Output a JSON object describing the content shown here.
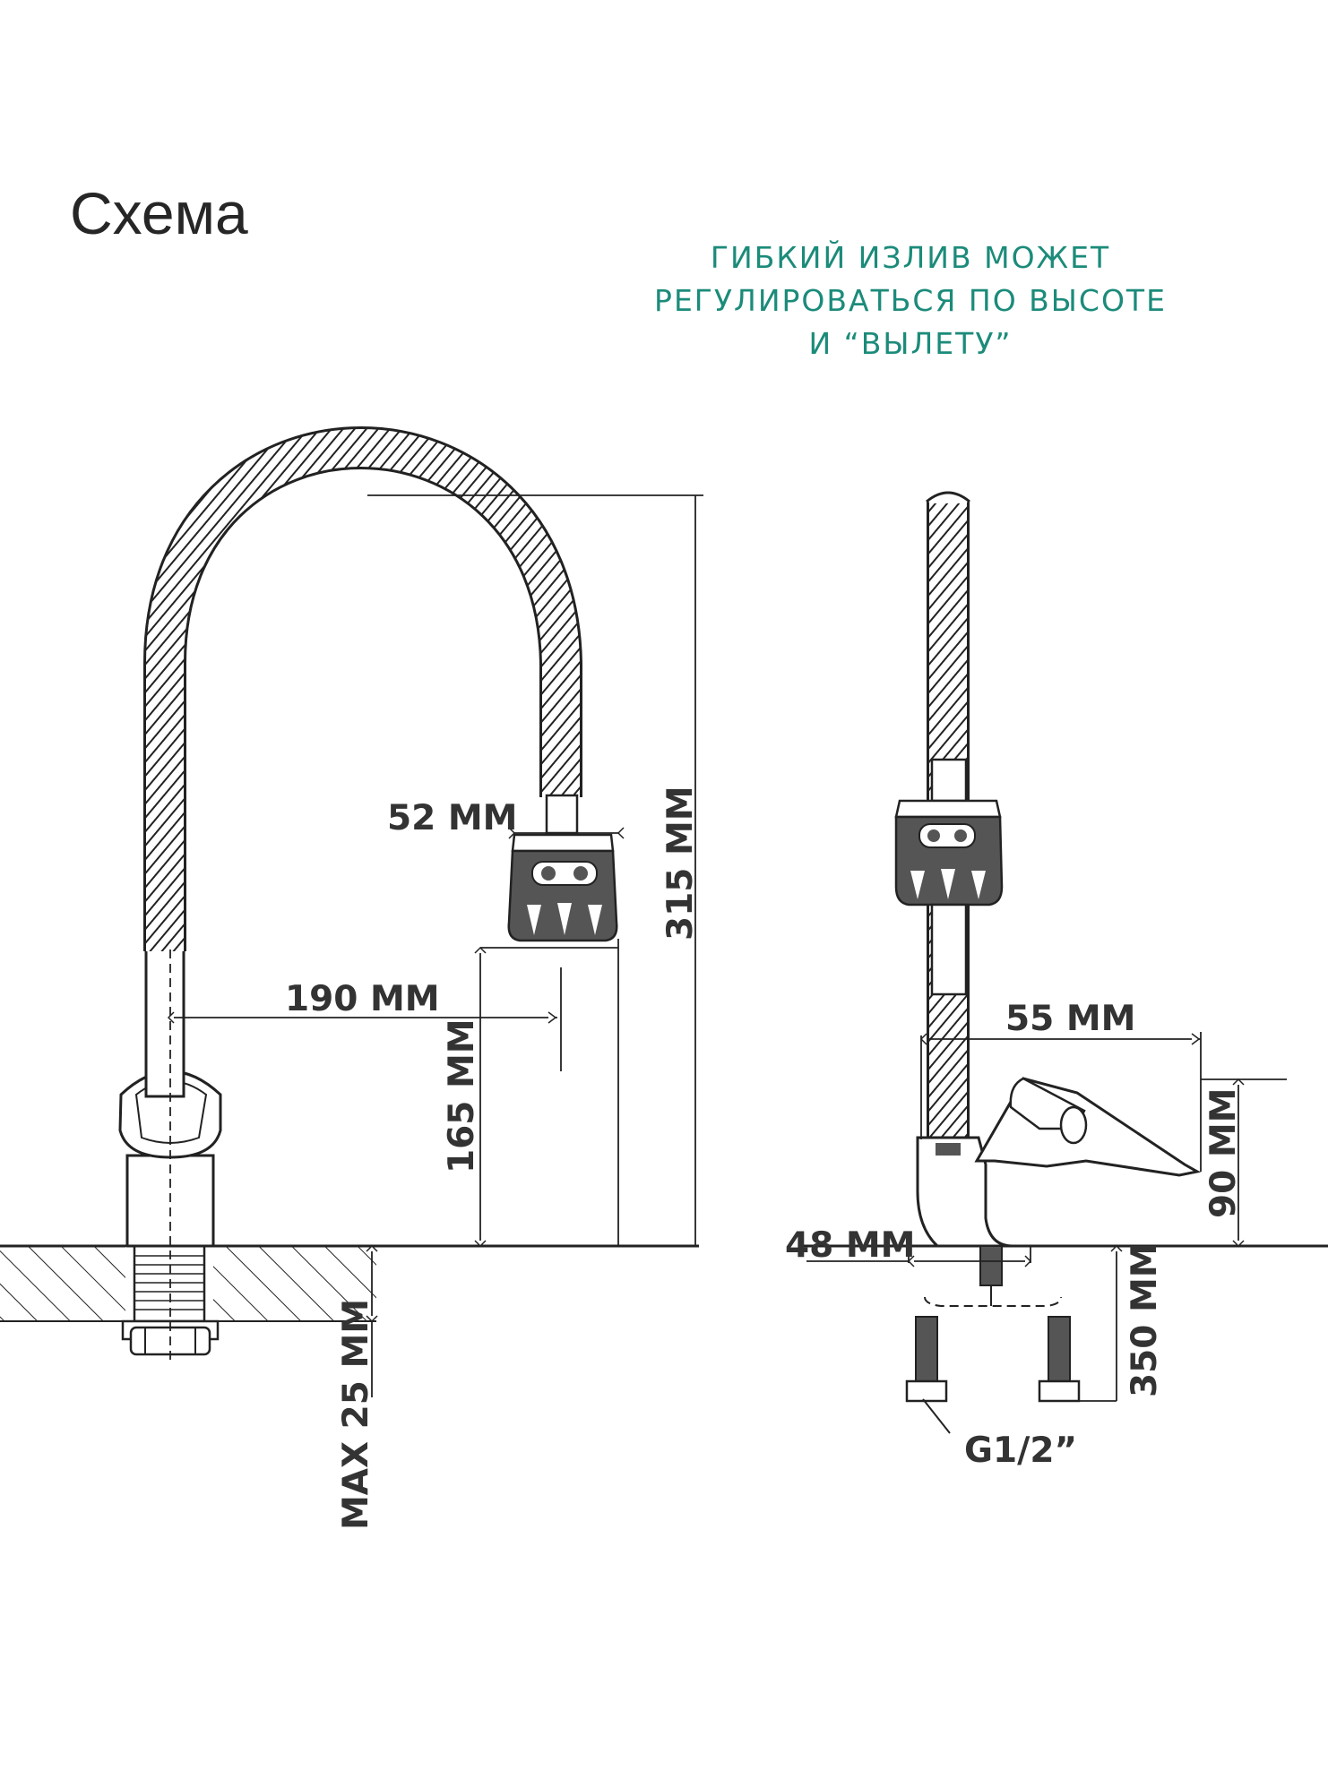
{
  "title": "Схема",
  "note": {
    "line1": "ГИБКИЙ ИЗЛИВ МОЖЕТ",
    "line2": "РЕГУЛИРОВАТЬСЯ ПО ВЫСОТЕ",
    "line3": "И “ВЫЛЕТУ”"
  },
  "front_view": {
    "dim_aerator_width": "52 MM",
    "dim_total_height": "315 MM",
    "dim_reach": "190 MM",
    "dim_spout_height": "165 MM",
    "dim_max_thickness": "MAX 25 MM"
  },
  "side_view": {
    "dim_handle_reach": "55 MM",
    "dim_handle_height": "90 MM",
    "dim_base_width": "48 MM",
    "dim_hose_length": "350 MM",
    "thread_label": "G1/2”"
  },
  "colors": {
    "line": "#222222",
    "text": "#333333",
    "accent": "#1b8b7a"
  }
}
